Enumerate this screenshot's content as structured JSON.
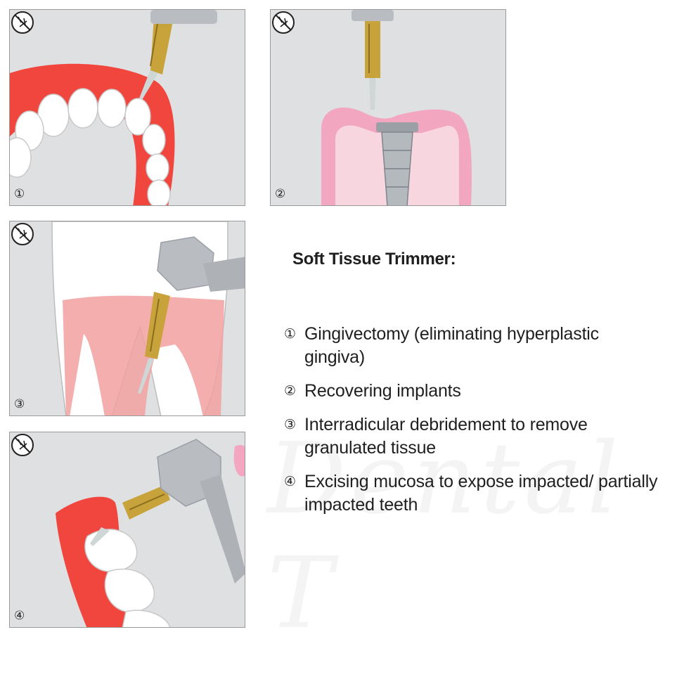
{
  "heading": "Soft Tissue Trimmer:",
  "panels": [
    {
      "number": "①",
      "icon": "no-water-spray-icon"
    },
    {
      "number": "②",
      "icon": "no-water-spray-icon"
    },
    {
      "number": "③",
      "icon": "no-water-spray-icon"
    },
    {
      "number": "④",
      "icon": "no-water-spray-icon"
    }
  ],
  "items": [
    {
      "number": "①",
      "text": "Gingivectomy (eliminating hyperplastic gingiva)"
    },
    {
      "number": "②",
      "text": "Recovering implants"
    },
    {
      "number": "③",
      "text": "Interradicular debridement to remove granulated tissue"
    },
    {
      "number": "④",
      "text": "Excising mucosa to expose impacted/ partially impacted teeth"
    }
  ],
  "colors": {
    "gum_red": "#f0463e",
    "gum_pink": "#f2a6bf",
    "panel_bg": "#dfe0e2",
    "tip_gold": "#c8a23a",
    "handpiece_gray": "#b9bcc0"
  }
}
